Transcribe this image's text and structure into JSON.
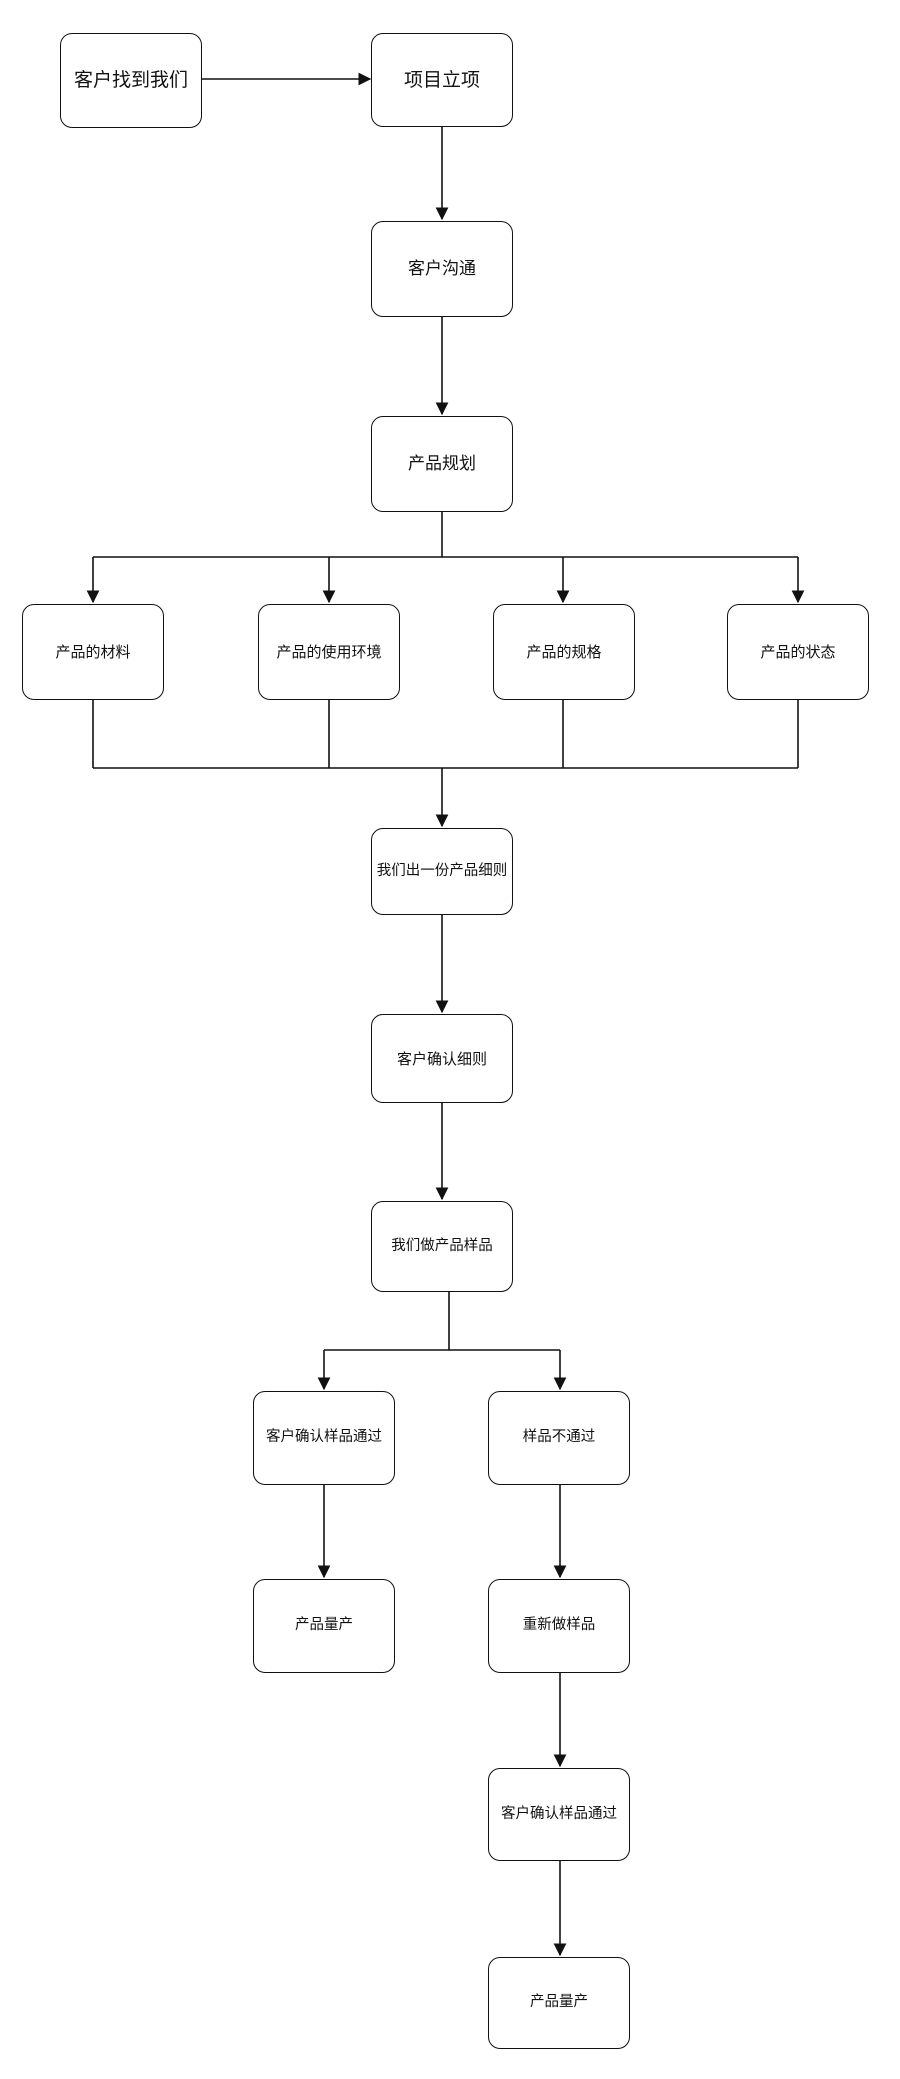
{
  "nodes": {
    "client_finds_us": "客户找到我们",
    "project_setup": "项目立项",
    "client_communication": "客户沟通",
    "product_planning": "产品规划",
    "product_material": "产品的材料",
    "product_environment": "产品的使用环境",
    "product_specification": "产品的规格",
    "product_state": "产品的状态",
    "product_details_doc": "我们出一份产品细则",
    "client_confirm_details": "客户确认细则",
    "make_sample": "我们做产品样品",
    "client_sample_pass": "客户确认样品通过",
    "sample_fail": "样品不通过",
    "mass_production_left": "产品量产",
    "remake_sample": "重新做样品",
    "client_sample_pass_again": "客户确认样品通过",
    "mass_production_right": "产品量产"
  }
}
